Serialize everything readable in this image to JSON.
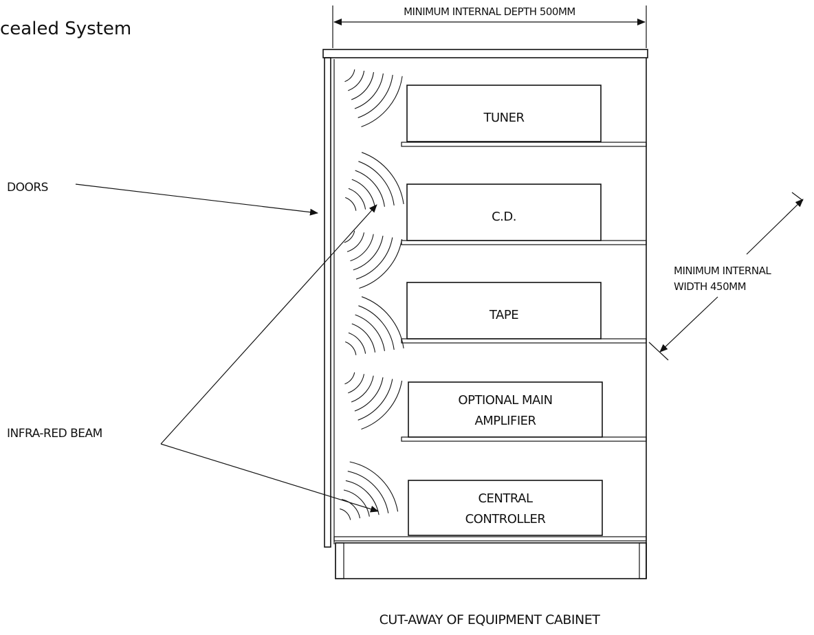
{
  "title": "cealed System",
  "dimensions": {
    "depth_label": "MINIMUM INTERNAL DEPTH 500MM",
    "width_label_line1": "MINIMUM INTERNAL",
    "width_label_line2": "WIDTH 450MM"
  },
  "callouts": {
    "doors": "DOORS",
    "infra_red_beam": "INFRA-RED BEAM"
  },
  "units": {
    "tuner": "TUNER",
    "cd": "C.D.",
    "tape": "TAPE",
    "amplifier_line1": "OPTIONAL MAIN",
    "amplifier_line2": "AMPLIFIER",
    "controller_line1": "CENTRAL",
    "controller_line2": "CONTROLLER"
  },
  "caption": "CUT-AWAY OF EQUIPMENT CABINET",
  "colors": {
    "ink": "#111111",
    "background": "#ffffff"
  }
}
